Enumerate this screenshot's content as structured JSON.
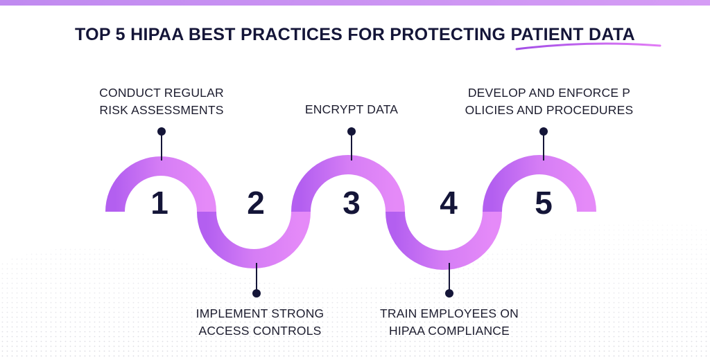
{
  "title": "TOP 5 HIPAA BEST PRACTICES FOR PROTECTING PATIENT DATA",
  "accent_color": "#b964f0",
  "accent_light": "#e58af8",
  "steps": [
    {
      "number": "1",
      "lines": [
        "CONDUCT REGULAR",
        "RISK ASSESSMENTS"
      ]
    },
    {
      "number": "2",
      "lines": [
        "IMPLEMENT STRONG",
        "ACCESS CONTROLS"
      ]
    },
    {
      "number": "3",
      "lines": [
        "ENCRYPT DATA"
      ]
    },
    {
      "number": "4",
      "lines": [
        "TRAIN EMPLOYEES ON",
        "HIPAA COMPLIANCE"
      ]
    },
    {
      "number": "5",
      "lines": [
        "DEVELOP AND ENFORCE P",
        "OLICIES AND PROCEDURES"
      ]
    }
  ]
}
